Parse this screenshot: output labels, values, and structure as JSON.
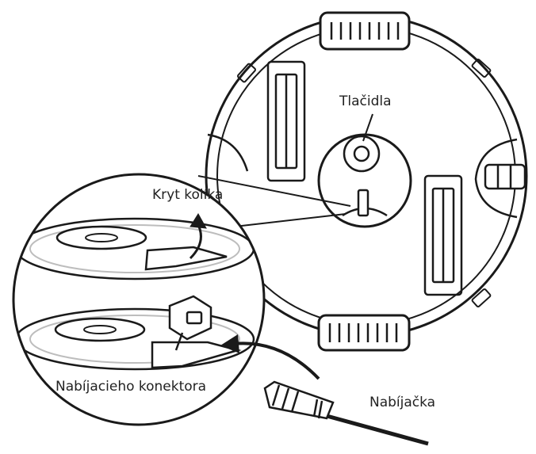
{
  "labels": {
    "buttons": "Tlačidla",
    "pin_cover": "Kryt kolíka",
    "charging_connector": "Nabíjacieho konektora",
    "charger": "Nabíjačka"
  },
  "colors": {
    "line": "#1a1a1a",
    "background": "#ffffff",
    "shade": "#e6e6e6"
  }
}
